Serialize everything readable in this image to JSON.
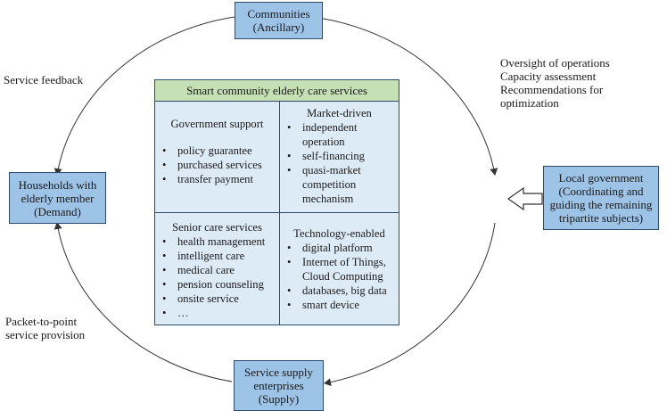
{
  "panel": {
    "title": "Smart community elderly care services",
    "government": {
      "heading": "Government support",
      "items": [
        "policy guarantee",
        "purchased services",
        "transfer payment"
      ]
    },
    "market": {
      "heading": "Market-driven",
      "items": [
        [
          "independent",
          "operation"
        ],
        [
          "self-financing"
        ],
        [
          "quasi-market",
          "competition",
          "mechanism"
        ]
      ]
    },
    "senior": {
      "heading": "Senior care services",
      "items": [
        "health management",
        "intelligent care",
        "medical care",
        "pension counseling",
        "onsite service",
        "…"
      ]
    },
    "tech": {
      "heading": "Technology-enabled",
      "items": [
        [
          "digital platform"
        ],
        [
          "Internet of Things,",
          "Cloud Computing"
        ],
        [
          "databases, big data"
        ],
        [
          "smart device"
        ]
      ]
    }
  },
  "nodes": {
    "communities": [
      "Communities",
      "(Ancillary)"
    ],
    "households": [
      "Households with",
      "elderly member",
      "(Demand)"
    ],
    "suppliers": [
      "Service supply",
      "enterprises",
      "(Supply)"
    ],
    "local_gov": [
      "Local government",
      "(Coordinating and",
      "guiding the remaining",
      "tripartite subjects)"
    ]
  },
  "annotations": {
    "service_feedback": "Service feedback",
    "oversight": [
      "Oversight of operations",
      "Capacity assessment",
      "Recommendations for",
      "optimization"
    ],
    "packet": [
      "Packet-to-point",
      "service provision"
    ]
  },
  "colors": {
    "node_fill": "#9dc3e6",
    "panel_fill": "#ddebf7",
    "title_fill": "#c5e0b4",
    "stroke": "#2f4b6b"
  }
}
